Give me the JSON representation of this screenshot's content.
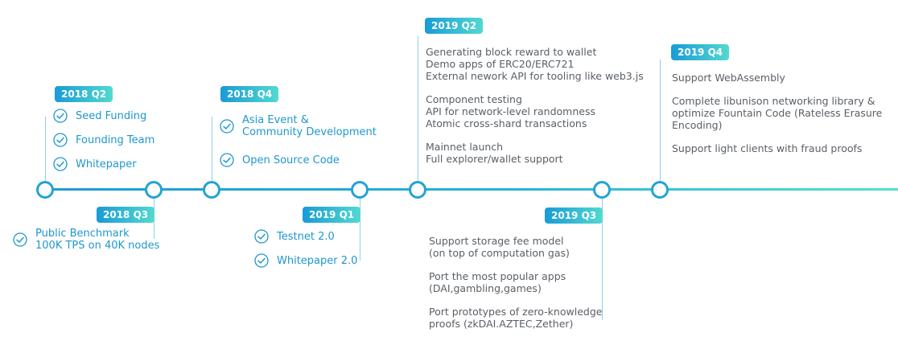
{
  "milestones": [
    {
      "id": "2018q2",
      "badge": "2018 Q2",
      "items": [
        "Seed Funding",
        "Founding Team",
        "Whitepaper"
      ]
    },
    {
      "id": "2018q3",
      "badge": "2018 Q3",
      "items": [
        [
          "Public Benchmark",
          "100K TPS on 40K nodes"
        ]
      ]
    },
    {
      "id": "2018q4",
      "badge": "2018 Q4",
      "items": [
        [
          "Asia Event &",
          "Community Development"
        ],
        "Open Source Code"
      ]
    },
    {
      "id": "2019q1",
      "badge": "2019 Q1",
      "items": [
        "Testnet 2.0",
        "Whitepaper 2.0"
      ]
    },
    {
      "id": "2019q2",
      "badge": "2019 Q2",
      "groups": [
        [
          "Generating block reward to wallet",
          "Demo apps of ERC20/ERC721",
          "External nework API for tooling like web3.js"
        ],
        [
          "Component testing",
          "API for network-level randomness",
          "Atomic cross-shard transactions"
        ],
        [
          "Mainnet launch",
          "Full explorer/wallet support"
        ]
      ]
    },
    {
      "id": "2019q3",
      "badge": "2019 Q3",
      "groups": [
        [
          "Support storage fee model",
          "(on top of computation gas)"
        ],
        [
          "Port the most popular apps",
          "(DAI,gambling,games)"
        ],
        [
          "Port prototypes of zero-knowledge",
          "proofs (zkDAI.AZTEC,Zether)"
        ]
      ]
    },
    {
      "id": "2019q4",
      "badge": "2019 Q4",
      "groups": [
        [
          "Support WebAssembly"
        ],
        [
          "Complete libunison networking library &",
          "optimize Fountain Code (Rateless Erasure",
          "Encoding)"
        ],
        [
          "Support light clients with fraud proofs"
        ]
      ]
    }
  ],
  "colors": {
    "accent": "#1e97cf",
    "text": "#5a5f66",
    "gradient_start": "#199bd6",
    "gradient_end": "#52d9d0"
  },
  "icons": {
    "check": "check-circle-icon"
  }
}
